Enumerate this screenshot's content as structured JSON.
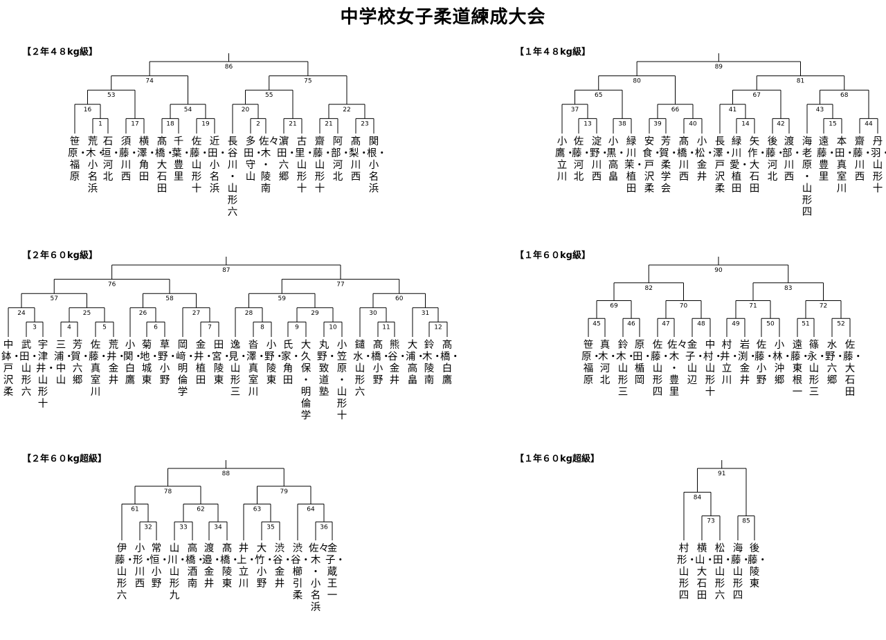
{
  "title": "中学校女子柔道練成大会",
  "sections": [
    {
      "id": "g2-48",
      "title": "【２年４８kg級】",
      "entrants": [
        {
          "name": "笹",
          "school": "原・福原"
        },
        {
          "name": "荒",
          "school": "木・小名浜"
        },
        {
          "name": "石",
          "school": "垣・河北"
        },
        {
          "name": "須",
          "school": "藤・川西"
        },
        {
          "name": "横",
          "school": "澤・角田"
        },
        {
          "name": "髙",
          "school": "橋・大石田"
        },
        {
          "name": "千",
          "school": "葉・豊里"
        },
        {
          "name": "佐",
          "school": "藤・山形十"
        },
        {
          "name": "近",
          "school": "田・小名浜"
        },
        {
          "name": "長谷川",
          "school": "・山形六"
        },
        {
          "name": "多",
          "school": "田・守山"
        },
        {
          "name": "佐々木",
          "school": "・陵南"
        },
        {
          "name": "濵",
          "school": "田・六郷"
        },
        {
          "name": "古",
          "school": "里・山形十"
        },
        {
          "name": "齋",
          "school": "藤・山形十"
        },
        {
          "name": "阿",
          "school": "部・河北"
        },
        {
          "name": "髙",
          "school": "梨・川西"
        },
        {
          "name": "関",
          "school": "根・小名浜"
        }
      ],
      "match_numbers": [
        "1",
        "2",
        "16",
        "17",
        "18",
        "19",
        "20",
        "21",
        "21",
        "23",
        "53",
        "54",
        "55",
        "22",
        "74",
        "75",
        "86"
      ]
    },
    {
      "id": "g1-48",
      "title": "【１年４８kg級】",
      "entrants": [
        {
          "name": "小",
          "school": "鷹・立川"
        },
        {
          "name": "佐",
          "school": "藤・河北"
        },
        {
          "name": "淀",
          "school": "野・川西"
        },
        {
          "name": "小",
          "school": "黒・高畠"
        },
        {
          "name": "緑川",
          "school": "茉・植田"
        },
        {
          "name": "安",
          "school": "食・戸沢柔"
        },
        {
          "name": "芳",
          "school": "賀・柔学会"
        },
        {
          "name": "髙",
          "school": "橋・川西"
        },
        {
          "name": "小",
          "school": "松・金井"
        },
        {
          "name": "長",
          "school": "澤・戸沢柔"
        },
        {
          "name": "緑川",
          "school": "愛・植田"
        },
        {
          "name": "矢",
          "school": "作・大石田"
        },
        {
          "name": "後",
          "school": "藤・河北"
        },
        {
          "name": "渡",
          "school": "部・川西"
        },
        {
          "name": "海老原",
          "school": "・山形四"
        },
        {
          "name": "遠",
          "school": "藤・豊里"
        },
        {
          "name": "本",
          "school": "田・真室川"
        },
        {
          "name": "齋",
          "school": "藤・川西"
        },
        {
          "name": "丹",
          "school": "羽・山形十"
        }
      ],
      "match_numbers": [
        "13",
        "14",
        "15",
        "37",
        "38",
        "39",
        "40",
        "41",
        "42",
        "43",
        "44",
        "65",
        "66",
        "67",
        "68",
        "80",
        "81",
        "89"
      ]
    },
    {
      "id": "g2-60",
      "title": "【２年６０kg級】",
      "entrants": [
        {
          "name": "中",
          "school": "鉢・戸沢柔"
        },
        {
          "name": "武",
          "school": "田・山形六"
        },
        {
          "name": "宇津",
          "school": "井・山形十"
        },
        {
          "name": "三",
          "school": "浦・中山"
        },
        {
          "name": "芳",
          "school": "賀・六郷"
        },
        {
          "name": "佐",
          "school": "藤・真室川"
        },
        {
          "name": "荒",
          "school": "井・金井"
        },
        {
          "name": "小",
          "school": "関・白鷹"
        },
        {
          "name": "菊",
          "school": "地・城東"
        },
        {
          "name": "草",
          "school": "野・小野"
        },
        {
          "name": "岡",
          "school": "﨑・明倫学"
        },
        {
          "name": "金",
          "school": "井・植田"
        },
        {
          "name": "田",
          "school": "宮・陵東"
        },
        {
          "name": "逸",
          "school": "見・山形三"
        },
        {
          "name": "沓",
          "school": "澤・真室川"
        },
        {
          "name": "小",
          "school": "野・陵東"
        },
        {
          "name": "氏",
          "school": "家・角田"
        },
        {
          "name": "大久保",
          "school": "・明倫学"
        },
        {
          "name": "丸",
          "school": "野・致道塾"
        },
        {
          "name": "小笠原",
          "school": "・山形十"
        },
        {
          "name": "鑓",
          "school": "水・山形六"
        },
        {
          "name": "髙",
          "school": "橋・小野"
        },
        {
          "name": "熊",
          "school": "谷・金井"
        },
        {
          "name": "大",
          "school": "浦・高畠"
        },
        {
          "name": "鈴",
          "school": "木・陵南"
        },
        {
          "name": "髙",
          "school": "橋・白鷹"
        }
      ],
      "match_numbers": [
        "3",
        "4",
        "5",
        "6",
        "7",
        "8",
        "9",
        "10",
        "11",
        "12",
        "24",
        "25",
        "26",
        "27",
        "28",
        "29",
        "30",
        "31",
        "57",
        "58",
        "59",
        "60",
        "76",
        "77",
        "87"
      ]
    },
    {
      "id": "g1-60",
      "title": "【１年６０kg級】",
      "entrants": [
        {
          "name": "笹",
          "school": "原・福原"
        },
        {
          "name": "真",
          "school": "木・河北"
        },
        {
          "name": "鈴",
          "school": "木・山形三"
        },
        {
          "name": "原",
          "school": "田・楯岡"
        },
        {
          "name": "佐",
          "school": "藤・山形四"
        },
        {
          "name": "佐々木",
          "school": "・豊里"
        },
        {
          "name": "金",
          "school": "子・山辺"
        },
        {
          "name": "中",
          "school": "村・山形十"
        },
        {
          "name": "村",
          "school": "井・立川"
        },
        {
          "name": "岩",
          "school": "渕・金井"
        },
        {
          "name": "佐",
          "school": "藤・小野"
        },
        {
          "name": "小",
          "school": "林・沖郷"
        },
        {
          "name": "遠",
          "school": "藤・東根一"
        },
        {
          "name": "篠",
          "school": "永・山形三"
        },
        {
          "name": "水",
          "school": "野・六郷"
        },
        {
          "name": "佐",
          "school": "藤・大石田"
        }
      ],
      "match_numbers": [
        "45",
        "46",
        "47",
        "48",
        "49",
        "50",
        "51",
        "52",
        "69",
        "70",
        "71",
        "72",
        "82",
        "83",
        "90"
      ]
    },
    {
      "id": "g2-60over",
      "title": "【２年６０kg超級】",
      "entrants": [
        {
          "name": "伊",
          "school": "藤・山形六"
        },
        {
          "name": "小",
          "school": "形・川西"
        },
        {
          "name": "常",
          "school": "恒・小野"
        },
        {
          "name": "山",
          "school": "川・山形九"
        },
        {
          "name": "高",
          "school": "橋・酒南"
        },
        {
          "name": "渡",
          "school": "邉・金井"
        },
        {
          "name": "髙",
          "school": "橋・陵東"
        },
        {
          "name": "井",
          "school": "上・立川"
        },
        {
          "name": "大",
          "school": "竹・小野"
        },
        {
          "name": "渋",
          "school": "谷・金井"
        },
        {
          "name": "渋",
          "school": "谷・櫛引柔"
        },
        {
          "name": "佐々木",
          "school": "・小名浜"
        },
        {
          "name": "金",
          "school": "子・蔵王一"
        }
      ],
      "match_numbers": [
        "32",
        "33",
        "34",
        "35",
        "36",
        "61",
        "62",
        "63",
        "64",
        "78",
        "79",
        "88"
      ]
    },
    {
      "id": "g1-60over",
      "title": "【１年６０kg超級】",
      "entrants": [
        {
          "name": "村",
          "school": "形・山形四"
        },
        {
          "name": "横",
          "school": "山・大石田"
        },
        {
          "name": "松",
          "school": "田・山形六"
        },
        {
          "name": "海",
          "school": "藤・山形四"
        },
        {
          "name": "後",
          "school": "藤・陵東"
        }
      ],
      "match_numbers": [
        "73",
        "84",
        "85",
        "91"
      ]
    }
  ]
}
